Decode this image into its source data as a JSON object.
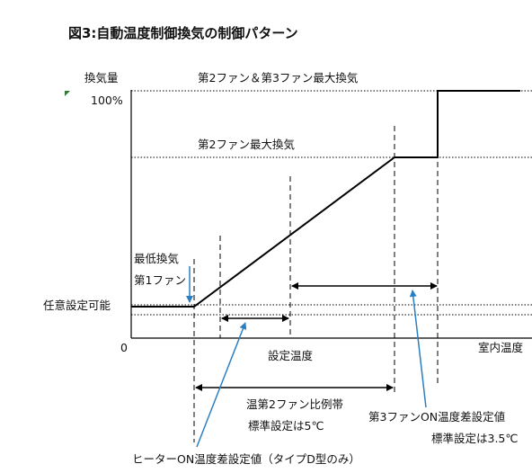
{
  "figure": {
    "title": "図3:自動温度制御換気の制御パターン",
    "y_axis": {
      "label": "換気量",
      "tick_100": "100%",
      "low_label": "任意設定可能",
      "origin": "0"
    },
    "x_axis": {
      "label": "室内温度"
    },
    "plateau_labels": {
      "fan23_max": "第2ファン＆第3ファン最大換気",
      "fan2_max": "第2ファン最大換気"
    },
    "low_vent": {
      "line1": "最低換気",
      "line2": "第1ファン"
    },
    "set_temp": "設定温度",
    "band_fan2": {
      "line1": "温第2ファン比例帯",
      "line2": "標準設定は5℃"
    },
    "fan3_diff": {
      "line1": "第3ファンON温度差設定値",
      "line2": "標準設定は3.5℃"
    },
    "heater_diff": "ヒーターON温度差設定値（タイプD型のみ）",
    "colors": {
      "line": "#000000",
      "arrow_blue": "#2a7fc2",
      "marker": "#2e7d32"
    }
  }
}
